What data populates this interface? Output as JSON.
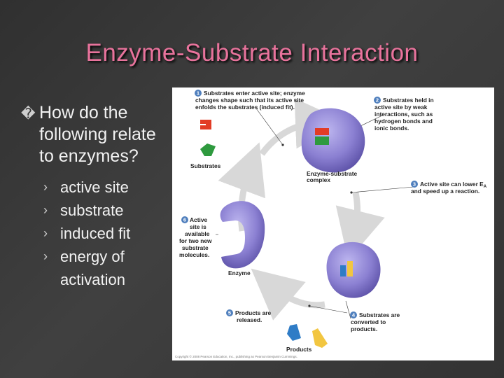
{
  "slide": {
    "title": "Enzyme-Substrate Interaction",
    "question_bullet": "�",
    "question": "How do the following relate to enzymes?",
    "sub_marker": "›",
    "sub_items": [
      "active site",
      "substrate",
      "induced fit",
      "energy of activation"
    ]
  },
  "figure": {
    "step_numbers": [
      "1",
      "2",
      "3",
      "4",
      "5",
      "6"
    ],
    "step1": [
      "Substrates enter active site; enzyme",
      "changes shape such that its active site",
      "enfolds the substrates (induced fit)."
    ],
    "step2": [
      "Substrates held in",
      "active site by weak",
      "interactions, such as",
      "hydrogen bonds and",
      "ionic bonds."
    ],
    "step3": [
      "Active site can lower E",
      "and speed up a reaction."
    ],
    "step3_subscript": "A",
    "step4": [
      "Substrates are",
      "converted to",
      "products."
    ],
    "step5": [
      "Products are",
      "released."
    ],
    "step6": [
      "Active",
      "site is",
      "available",
      "for two new",
      "substrate",
      "molecules."
    ],
    "substrates_label": "Substrates",
    "complex_label": [
      "Enzyme-substrate",
      "complex"
    ],
    "enzyme_label": "Enzyme",
    "products_label": "Products",
    "copyright": "Copyright © 2008 Pearson Education, Inc., publishing as Pearson Benjamin Cummings."
  },
  "colors": {
    "title": "#e8739c",
    "enzyme": "#8b80d2",
    "step_circle": "#4f7fbd",
    "cycle_arrow": "#d8d8d8",
    "substrate_red": "#e23c26",
    "substrate_green": "#2e9a3e",
    "product_blue": "#2f7cc6",
    "product_yellow": "#f2c641"
  }
}
